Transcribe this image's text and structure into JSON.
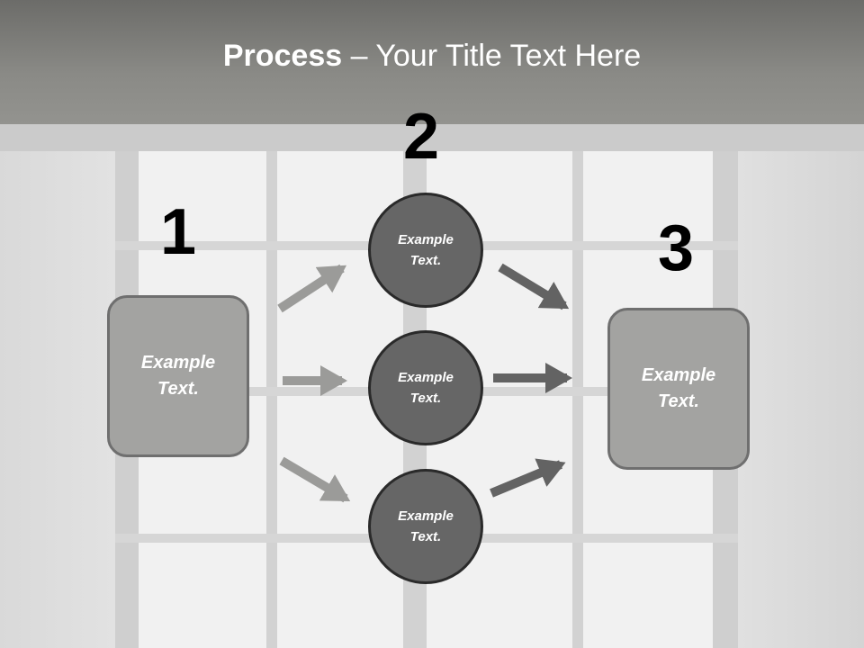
{
  "title": {
    "bold": "Process",
    "rest": " – Your Title Text Here"
  },
  "steps": {
    "one": "1",
    "two": "2",
    "three": "3"
  },
  "left_box": {
    "line1": "Example",
    "line2": "Text."
  },
  "right_box": {
    "line1": "Example",
    "line2": "Text."
  },
  "circles": [
    {
      "line1": "Example",
      "line2": "Text."
    },
    {
      "line1": "Example",
      "line2": "Text."
    },
    {
      "line1": "Example",
      "line2": "Text."
    }
  ],
  "colors": {
    "header": "#8a8a86",
    "box_fill": "#a3a3a1",
    "circle_fill": "#666666",
    "arrow_light": "#9b9b99",
    "arrow_dark": "#636363"
  }
}
